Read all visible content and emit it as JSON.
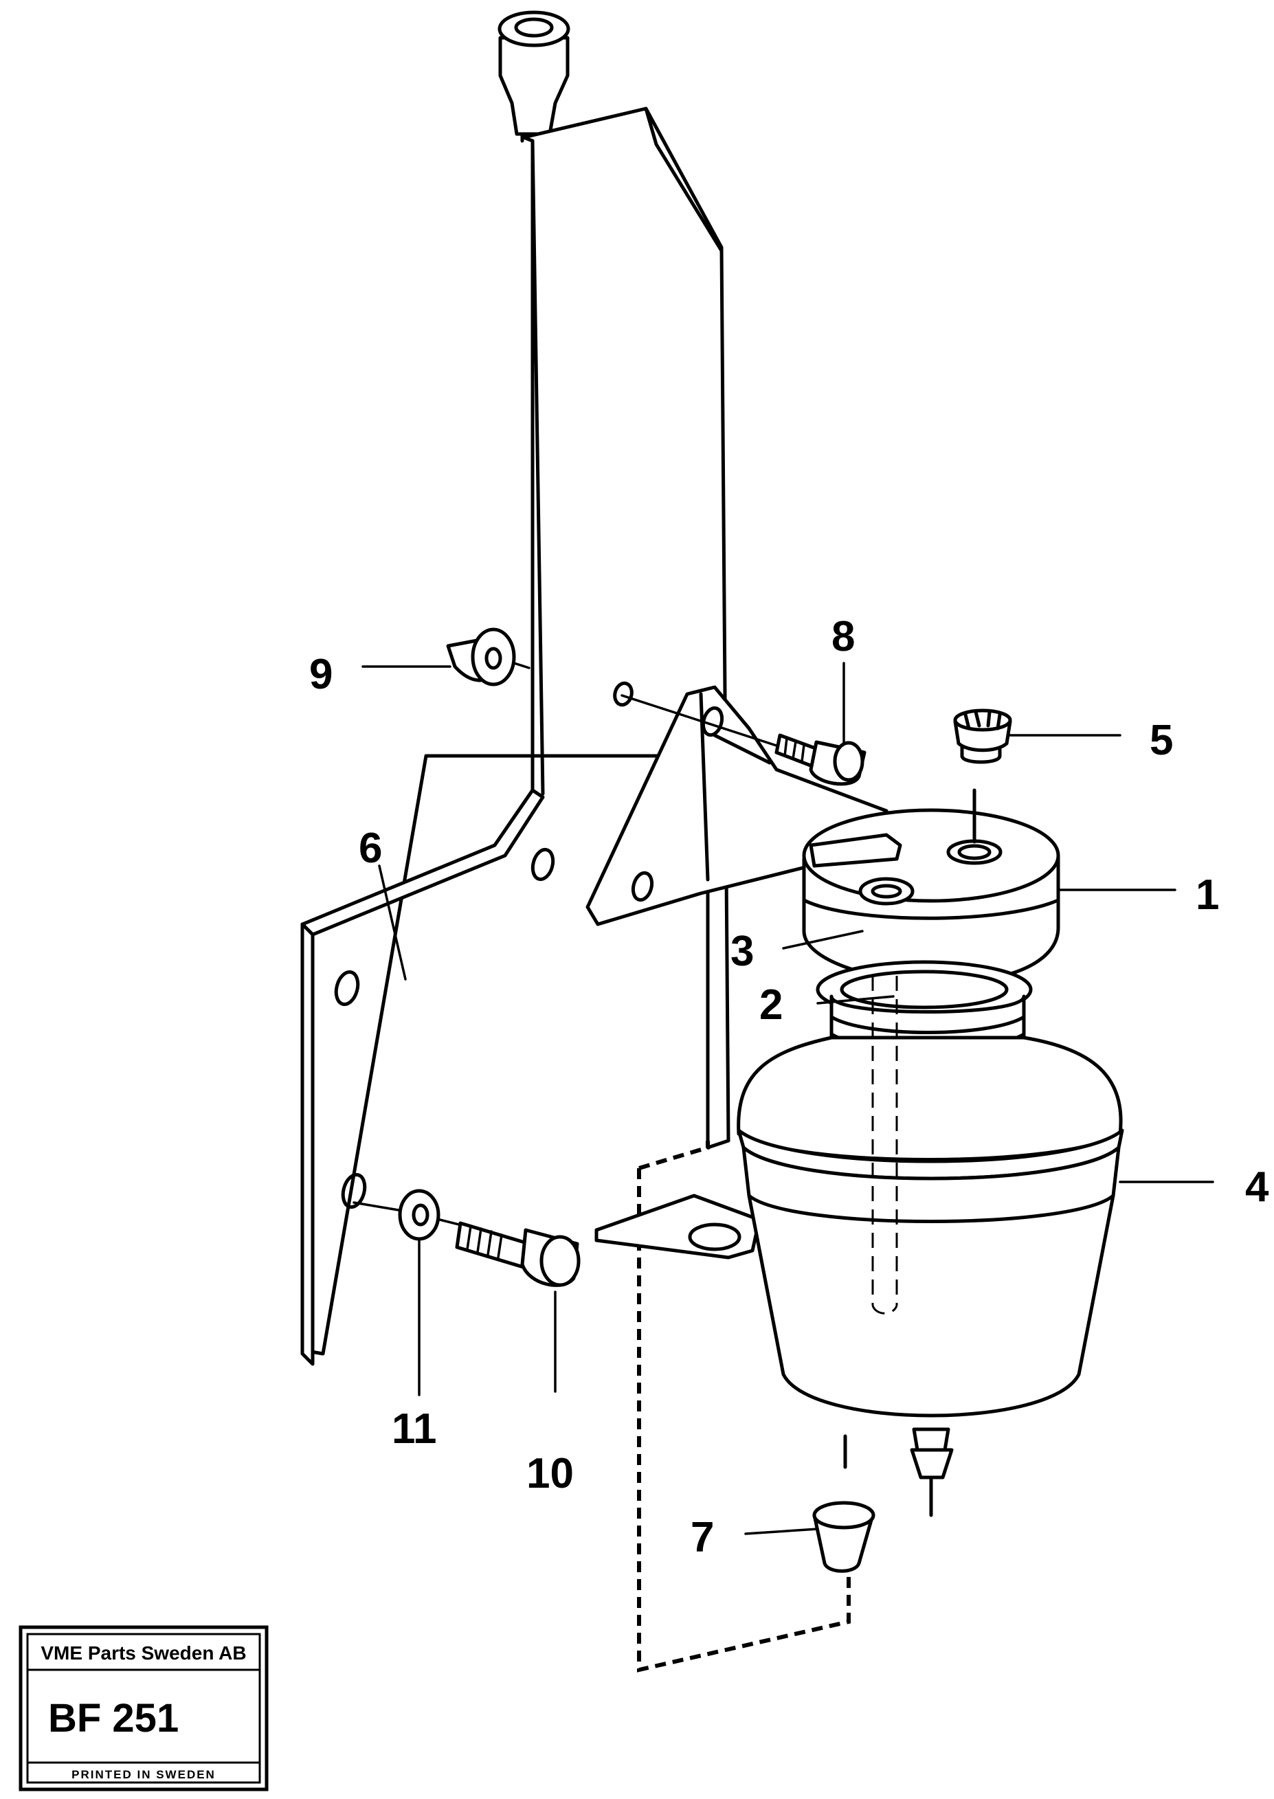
{
  "callouts": {
    "c1": "1",
    "c2": "2",
    "c3": "3",
    "c4": "4",
    "c5": "5",
    "c6": "6",
    "c7": "7",
    "c8": "8",
    "c9": "9",
    "c10": "10",
    "c11": "11"
  },
  "stamp": {
    "company": "VME Parts Sweden AB",
    "code": "BF 251",
    "printed": "PRINTED IN SWEDEN"
  },
  "colors": {
    "ink": "#000000",
    "paper": "#ffffff"
  }
}
